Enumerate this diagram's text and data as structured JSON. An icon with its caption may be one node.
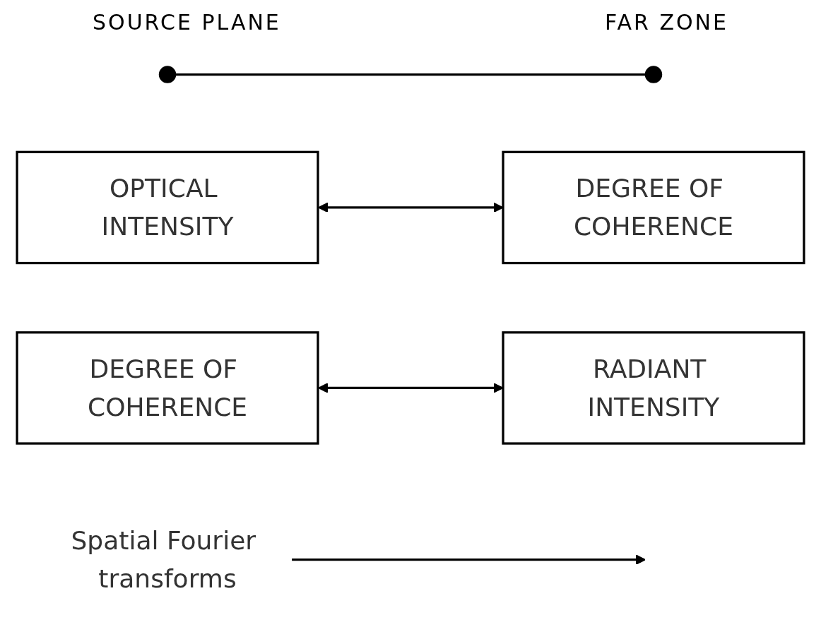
{
  "diagram": {
    "nodes": [
      {
        "text": [],
        "shape": "circle"
      },
      {
        "text": [],
        "shape": "circle"
      },
      {
        "text": [
          "OPTICAL INTENSITY"
        ]
      },
      {
        "text": [
          "RADIANT INTENSITY"
        ]
      },
      {
        "text": [
          "DEGREE OF COHERENCE"
        ]
      },
      {
        "text": [
          "DEGREE OF COHERENCE"
        ]
      },
      {
        "text": [
          "Spatial Fourier transforms"
        ]
      }
    ],
    "edges": [
      {
        "from": 0,
        "to": 1,
        "arrow": "none"
      },
      {
        "from": 2,
        "to": 5,
        "arrow": "both"
      },
      {
        "from": 4,
        "to": 3,
        "arrow": "both"
      },
      {
        "from": 6,
        "to": null,
        "arrow": "to"
      }
    ],
    "labels": [
      "SOURCE PLANE",
      "FAR ZONE"
    ]
  }
}
